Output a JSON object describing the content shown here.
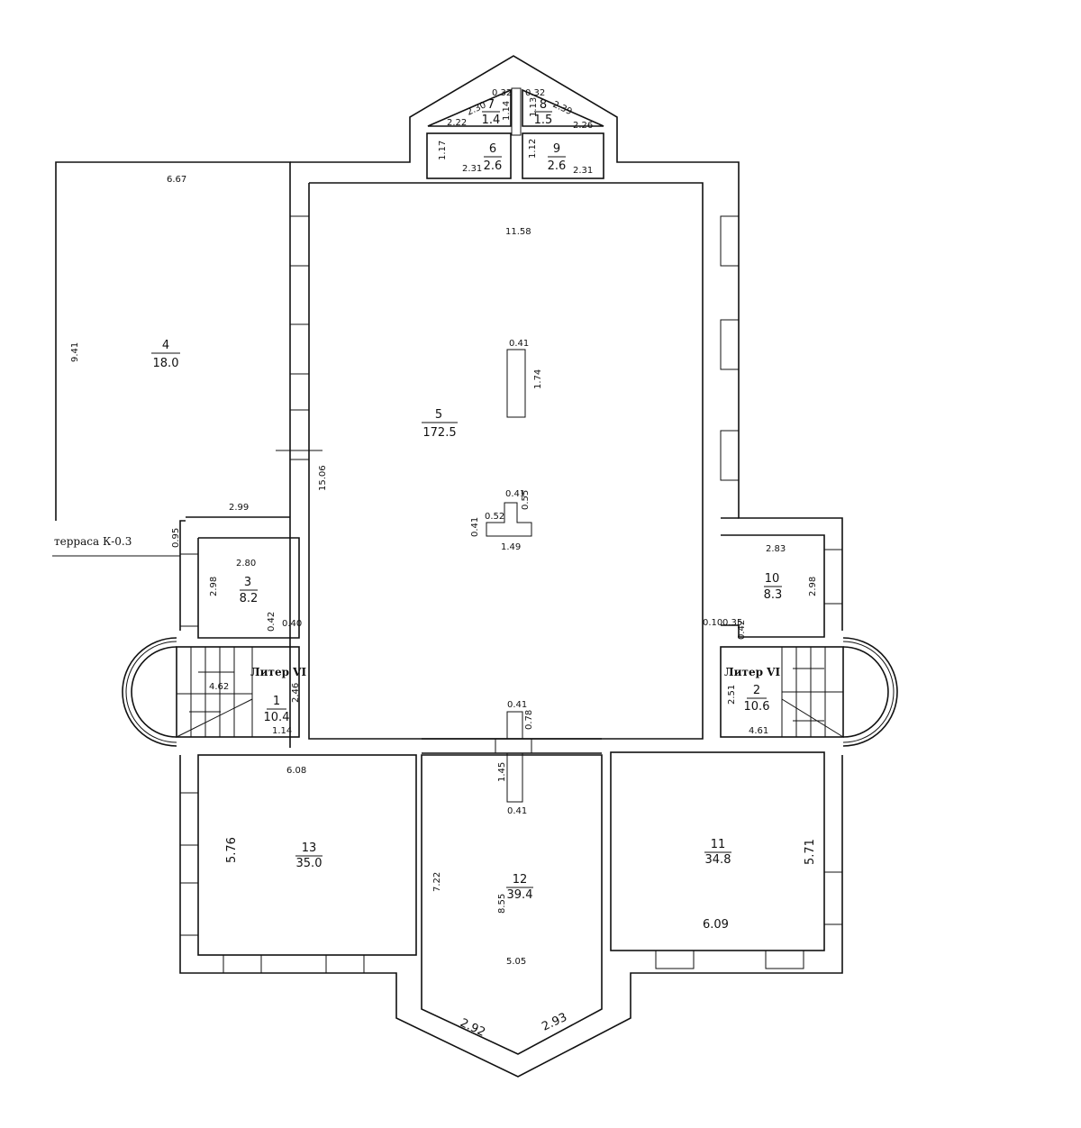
{
  "rooms": {
    "r1": {
      "num": "1",
      "area": "10.4"
    },
    "r2": {
      "num": "2",
      "area": "10.6"
    },
    "r3": {
      "num": "3",
      "area": "8.2"
    },
    "r4": {
      "num": "4",
      "area": "18.0"
    },
    "r5": {
      "num": "5",
      "area": "172.5"
    },
    "r6": {
      "num": "6",
      "area": "2.6"
    },
    "r7": {
      "num": "7",
      "area": "1.4"
    },
    "r8": {
      "num": "8",
      "area": "1.5"
    },
    "r9": {
      "num": "9",
      "area": "2.6"
    },
    "r10": {
      "num": "10",
      "area": "8.3"
    },
    "r11": {
      "num": "11",
      "area": "34.8"
    },
    "r12": {
      "num": "12",
      "area": "39.4"
    },
    "r13": {
      "num": "13",
      "area": "35.0"
    }
  },
  "labels": {
    "terrace": "терраса К-0.3",
    "liter_left": "Литер VI",
    "liter_right": "Литер VI"
  },
  "dims": {
    "d667": "6.67",
    "d941": "9.41",
    "d299": "2.99",
    "d1506": "15.06",
    "d095": "0.95",
    "d1158": "11.58",
    "d041a": "0.41",
    "d174": "1.74",
    "d041b": "0.41",
    "d055": "0.55",
    "d052": "0.52",
    "d041c": "0.41",
    "d149": "1.49",
    "d280": "2.80",
    "d298a": "2.98",
    "d042a": "0.42",
    "d040": "0.40",
    "d462": "4.62",
    "d246": "2.46",
    "d114a": "1.14",
    "d283": "2.83",
    "d298b": "2.98",
    "d010": "0.10",
    "d035": "0.35",
    "d042b": "0.42",
    "d251": "2.51",
    "d461": "4.61",
    "d041d": "0.41",
    "d078": "0.78",
    "d145": "1.45",
    "d041e": "0.41",
    "d608": "6.08",
    "d576": "5.76",
    "d722": "7.22",
    "d855": "8.55",
    "d505": "5.05",
    "d292": "2.92",
    "d293": "2.93",
    "d571": "5.71",
    "d609": "6.09",
    "d032a": "0.32",
    "d230": "2.30",
    "d222": "2.22",
    "d114b": "1.14",
    "d032b": "0.32",
    "d113": "1.13",
    "d239": "2.39",
    "d226": "2.26",
    "d117": "1.17",
    "d231a": "2.31",
    "d112": "1.12",
    "d231b": "2.31"
  }
}
